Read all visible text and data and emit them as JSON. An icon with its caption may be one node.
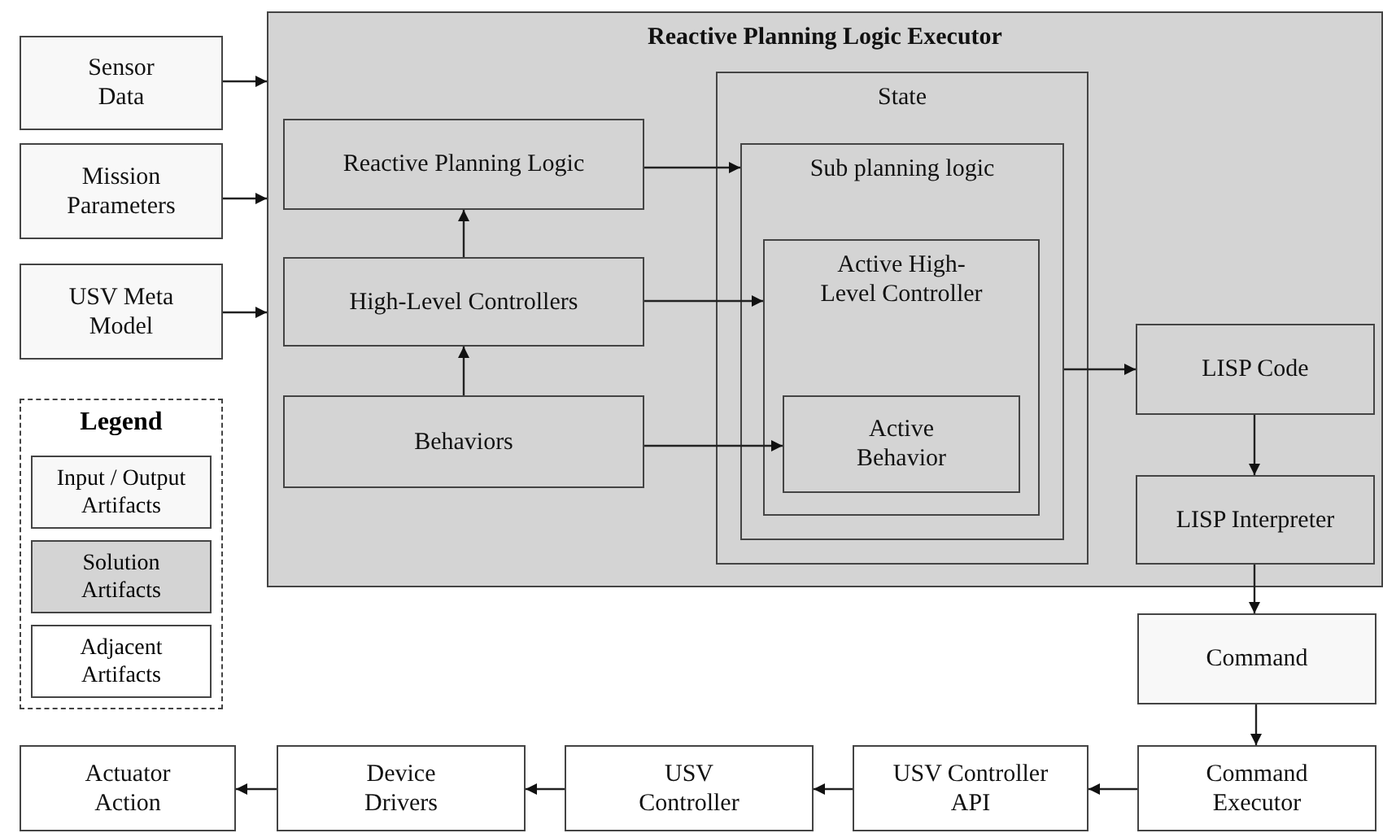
{
  "diagram": {
    "nodes": [
      {
        "text": [
          "Sensor Data"
        ]
      },
      {
        "text": [
          "Mission Parameters"
        ]
      },
      {
        "text": [
          "USV Meta Model"
        ]
      },
      {
        "text": [
          "Reactive Planning Logic Executor"
        ]
      },
      {
        "text": [
          "Reactive Planning Logic"
        ],
        "in": 3
      },
      {
        "text": [
          "High-Level Controllers"
        ],
        "in": 3
      },
      {
        "text": [
          "Behaviors"
        ],
        "in": 3
      },
      {
        "text": [
          "State"
        ],
        "in": 3
      },
      {
        "text": [
          "Sub planning logic"
        ],
        "in": 7
      },
      {
        "text": [
          "Active High-Level Controller"
        ],
        "in": 8
      },
      {
        "text": [
          "Active Behavior"
        ],
        "in": 9
      },
      {
        "text": [
          "LISP Code"
        ],
        "in": 3
      },
      {
        "text": [
          "LISP Interpreter"
        ],
        "in": 3
      },
      {
        "text": [
          "Command"
        ]
      },
      {
        "text": [
          "Command Executor"
        ]
      },
      {
        "text": [
          "USV Controller API"
        ]
      },
      {
        "text": [
          "USV Controller"
        ]
      },
      {
        "text": [
          "Device Drivers"
        ]
      },
      {
        "text": [
          "Actuator Action"
        ]
      }
    ],
    "edges": [
      {
        "from": 0,
        "to": 3,
        "arrow": "to"
      },
      {
        "from": 1,
        "to": 3,
        "arrow": "to"
      },
      {
        "from": 2,
        "to": 3,
        "arrow": "to"
      },
      {
        "from": 5,
        "to": 4,
        "arrow": "to"
      },
      {
        "from": 6,
        "to": 5,
        "arrow": "to"
      },
      {
        "from": 4,
        "to": 8,
        "arrow": "to"
      },
      {
        "from": 5,
        "to": 9,
        "arrow": "to"
      },
      {
        "from": 6,
        "to": 10,
        "arrow": "to"
      },
      {
        "from": 8,
        "to": 11,
        "arrow": "to"
      },
      {
        "from": 11,
        "to": 12,
        "arrow": "to"
      },
      {
        "from": 12,
        "to": 13,
        "arrow": "to"
      },
      {
        "from": 13,
        "to": 14,
        "arrow": "to"
      },
      {
        "from": 14,
        "to": 15,
        "arrow": "to"
      },
      {
        "from": 15,
        "to": 16,
        "arrow": "to"
      },
      {
        "from": 16,
        "to": 17,
        "arrow": "to"
      },
      {
        "from": 17,
        "to": 18,
        "arrow": "to"
      }
    ],
    "labels": [
      "Legend"
    ],
    "legend": [
      {
        "text": "Input / Output Artifacts",
        "color": "#f8f8f8"
      },
      {
        "text": "Solution Artifacts",
        "color": "#d4d4d4"
      },
      {
        "text": "Adjacent Artifacts",
        "color": "#ffffff"
      }
    ]
  }
}
